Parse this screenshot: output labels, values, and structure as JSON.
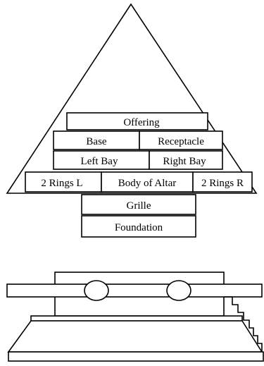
{
  "diagram": {
    "labels": {
      "offering": "Offering",
      "base": "Base",
      "receptacle": "Receptacle",
      "left_bay": "Left Bay",
      "right_bay": "Right Bay",
      "rings_left": "2 Rings L",
      "body_of_altar": "Body of Altar",
      "rings_right": "2 Rings R",
      "grille": "Grille",
      "foundation": "Foundation"
    },
    "colors": {
      "stroke": "#000000",
      "background": "#ffffff"
    }
  }
}
